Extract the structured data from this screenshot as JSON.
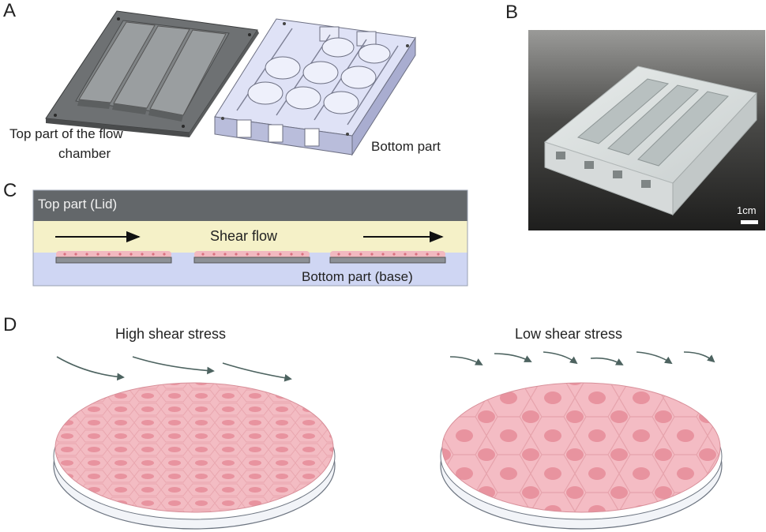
{
  "panels": {
    "a": {
      "letter": "A",
      "top_label_line1": "Top part of the flow",
      "top_label_line2": "chamber",
      "bottom_label": "Bottom part"
    },
    "b": {
      "letter": "B",
      "scale_bar": "1cm"
    },
    "c": {
      "letter": "C",
      "lid_label": "Top part (Lid)",
      "flow_label": "Shear flow",
      "base_label": "Bottom part (base)"
    },
    "d": {
      "letter": "D",
      "left_title": "High shear stress",
      "right_title": "Low shear stress"
    }
  },
  "colors": {
    "lid": "#63676a",
    "flow_channel": "#f5f1c8",
    "base": "#cfd6f3",
    "cell_layer": "#f2b9c0",
    "cell_nucleus": "#e58f9c",
    "arrow": "#4d6360"
  }
}
